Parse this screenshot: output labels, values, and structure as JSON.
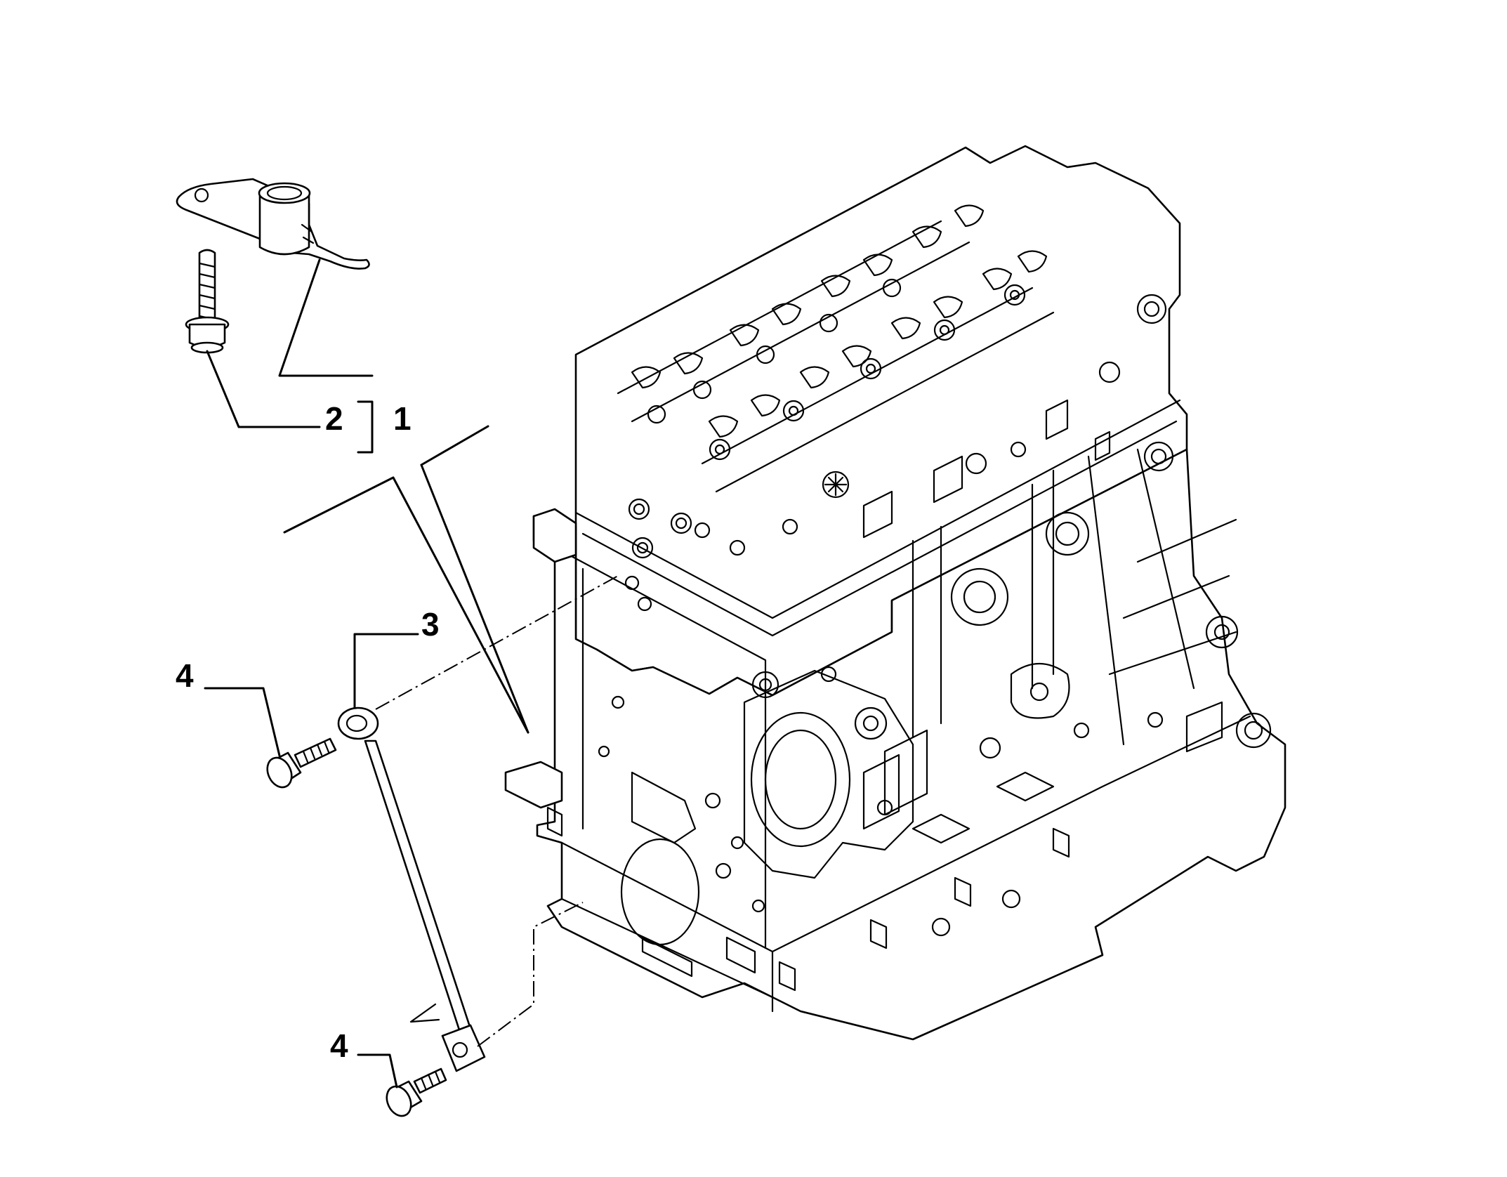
{
  "callouts": [
    {
      "id": "1",
      "label": "1"
    },
    {
      "id": "2",
      "label": "2"
    },
    {
      "id": "3",
      "label": "3"
    },
    {
      "id": "4a",
      "label": "4"
    },
    {
      "id": "4b",
      "label": "4"
    }
  ],
  "colors": {
    "ink": "#000000",
    "paper": "#ffffff"
  }
}
